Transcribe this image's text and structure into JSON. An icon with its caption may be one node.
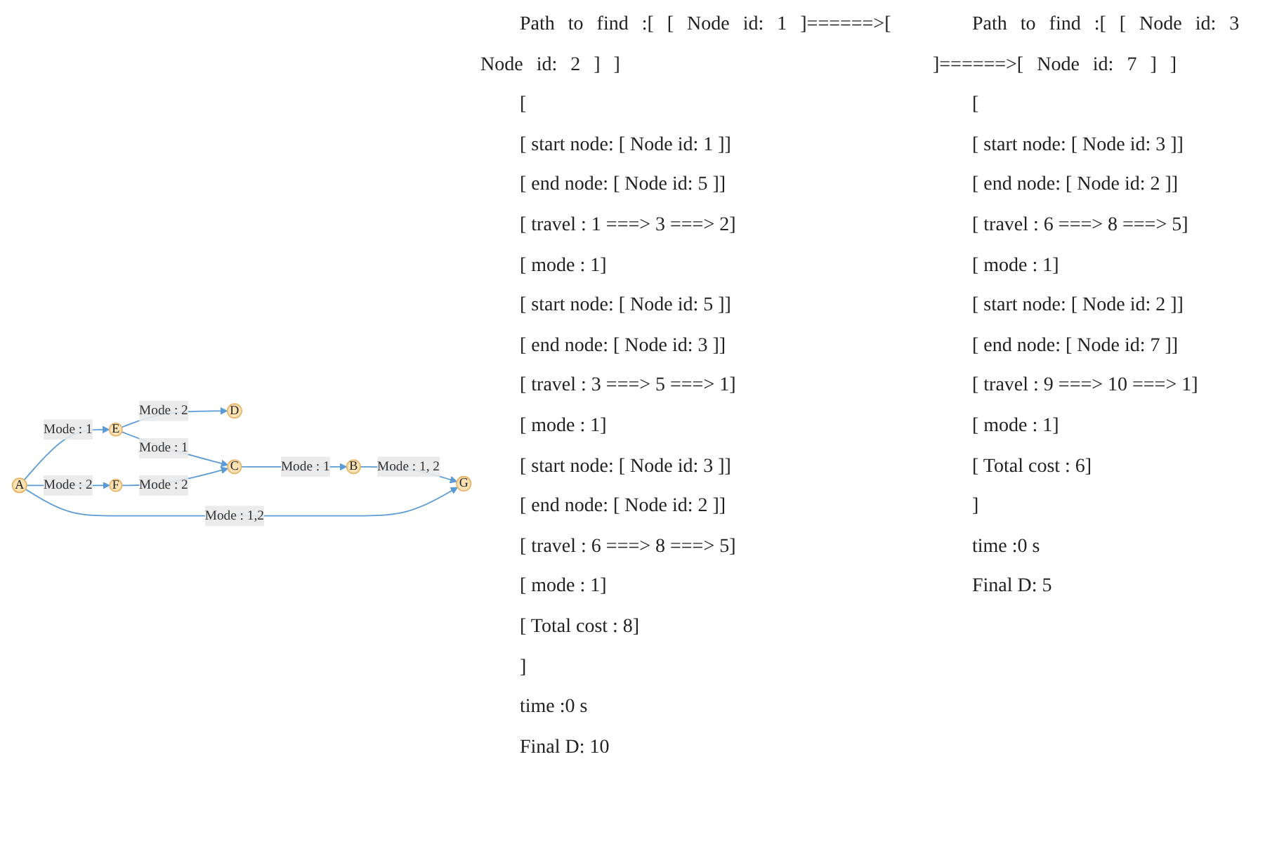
{
  "diagram": {
    "nodes": [
      {
        "text": [
          "A"
        ]
      },
      {
        "text": [
          "E"
        ]
      },
      {
        "text": [
          "D"
        ]
      },
      {
        "text": [
          "F"
        ]
      },
      {
        "text": [
          "G"
        ]
      },
      {
        "text": [
          "C"
        ]
      },
      {
        "text": [
          "B"
        ]
      }
    ],
    "edges": [
      {
        "from": 0,
        "to": 1,
        "arrow": "to",
        "label": "Mode : 1"
      },
      {
        "from": 1,
        "to": 2,
        "arrow": "to",
        "label": "Mode : 2"
      },
      {
        "from": 0,
        "to": 3,
        "arrow": "to",
        "label": "Mode : 2"
      },
      {
        "from": 0,
        "to": 4,
        "arrow": "to",
        "label": "Mode : 1,2"
      },
      {
        "from": 1,
        "to": 5,
        "arrow": "to",
        "label": "Mode : 1"
      },
      {
        "from": 3,
        "to": 5,
        "arrow": "to",
        "label": "Mode : 2"
      },
      {
        "from": 5,
        "to": 6,
        "arrow": "to",
        "label": "Mode : 1"
      },
      {
        "from": 6,
        "to": 4,
        "arrow": "to",
        "label": "Mode : 1, 2"
      }
    ],
    "labels": [
      "Path to find :[ [ Node id: 1 ]======>[ Node id: 2 ] ]",
      "[",
      "[ start node: [ Node id: 1 ]]",
      "[ end node: [ Node id: 5 ]]",
      "[ travel : 1 ===> 3 ===> 2]",
      "[ mode : 1]",
      "[ start node: [ Node id: 5 ]]",
      "[ end node: [ Node id: 3 ]]",
      "[ travel : 3 ===> 5 ===> 1]",
      "[ mode : 1]",
      "[ start node: [ Node id: 3 ]]",
      "[ end node: [ Node id: 2 ]]",
      "[ travel : 6 ===> 8 ===> 5]",
      "[ mode : 1]",
      "[ Total cost : 8]",
      "]",
      "time :0 s",
      "Final D: 10",
      "Path to find :[ [ Node id: 3 ]======>[ Node id: 7 ] ]",
      "[",
      "[ start node: [ Node id: 3 ]]",
      "[ end node: [ Node id: 2 ]]",
      "[ travel : 6 ===> 8 ===> 5]",
      "[ mode : 1]",
      "[ start node: [ Node id: 2 ]]",
      "[ end node: [ Node id: 7 ]]",
      "[ travel : 9 ===> 10 ===> 1]",
      "[ mode : 1]",
      "[ Total cost : 6]",
      "]",
      "time :0 s",
      "Final D: 5"
    ]
  }
}
